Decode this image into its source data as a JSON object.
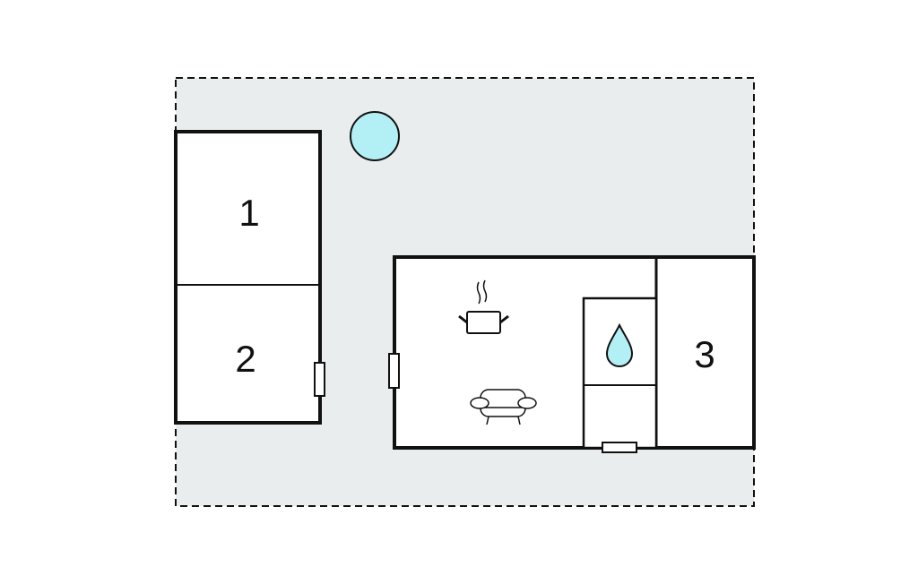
{
  "floorplan": {
    "rooms": [
      {
        "label": "1"
      },
      {
        "label": "2"
      },
      {
        "label": "3"
      }
    ],
    "icons": [
      "pool-icon",
      "kitchen-pot-icon",
      "sofa-icon",
      "bathroom-water-drop-icon"
    ],
    "colors": {
      "plot": "#e9eded",
      "water": "#b3f0f5",
      "wall": "#111111"
    }
  }
}
